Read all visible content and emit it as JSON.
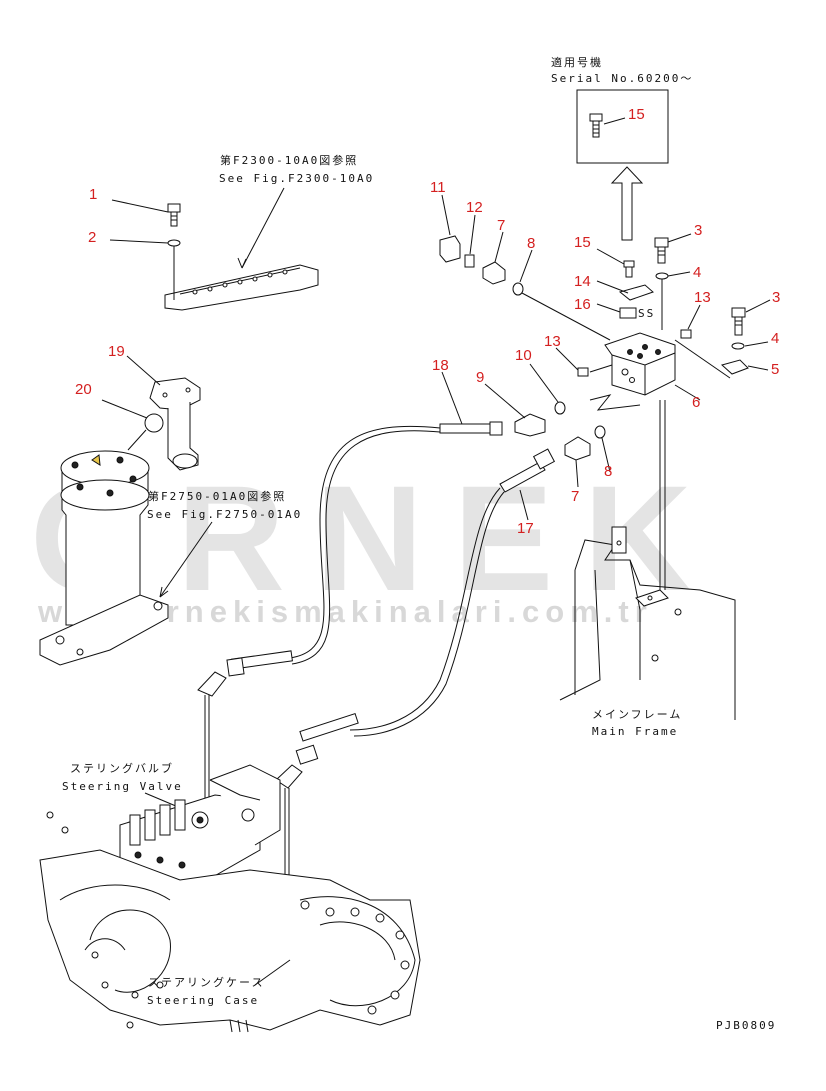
{
  "serial": {
    "title_jp": "適用号機",
    "serial_text": "Serial No.60200〜"
  },
  "references": {
    "f2300_jp": "第F2300-10A0図参照",
    "f2300_en": "See Fig.F2300-10A0",
    "f2750_jp": "第F2750-01A0図参照",
    "f2750_en": "See Fig.F2750-01A0"
  },
  "labels": {
    "main_frame_jp": "メインフレーム",
    "main_frame_en": "Main Frame",
    "steering_valve_jp": "ステリングバルブ",
    "steering_valve_en": "Steering Valve",
    "steering_case_jp": "ステアリングケース",
    "steering_case_en": "Steering Case",
    "ss_text": "SS",
    "drawing_code": "PJB0809"
  },
  "watermark": {
    "brand": "ORNEK",
    "url": "www.ornekismakinalari.com.tr"
  },
  "callouts": {
    "n1": "1",
    "n2": "2",
    "n3a": "3",
    "n3b": "3",
    "n4a": "4",
    "n4b": "4",
    "n5": "5",
    "n6": "6",
    "n7a": "7",
    "n7b": "7",
    "n8a": "8",
    "n8b": "8",
    "n9": "9",
    "n10": "10",
    "n11": "11",
    "n12": "12",
    "n13a": "13",
    "n13b": "13",
    "n14": "14",
    "n15a": "15",
    "n15b": "15",
    "n16": "16",
    "n17": "17",
    "n18": "18",
    "n19": "19",
    "n20": "20"
  }
}
